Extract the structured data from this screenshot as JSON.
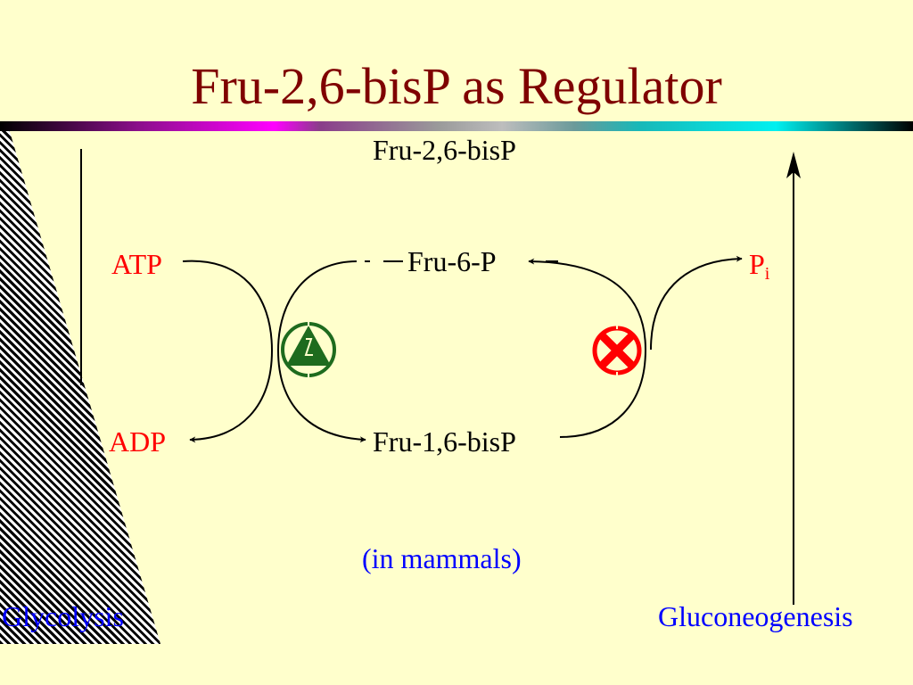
{
  "title": "Fru-2,6-bisP as Regulator",
  "labels": {
    "regulator": "Fru-2,6-bisP",
    "fru6p": "Fru-6-P",
    "fru16bisp": "Fru-1,6-bisP",
    "atp": "ATP",
    "adp": "ADP",
    "pi_main": "P",
    "pi_sub": "i",
    "note": "(in mammals)",
    "glycolysis": "Glycolysis",
    "gluconeogenesis": "Gluconeogenesis"
  },
  "colors": {
    "title": "#7f0000",
    "cofactor": "#ff0000",
    "pathway": "#0000ff",
    "activate": "#1e6b1e",
    "inhibit": "#ff0000",
    "background": "#ffffcc"
  },
  "icons": {
    "activation": "activation-symbol-icon",
    "inhibition": "inhibition-symbol-icon"
  }
}
